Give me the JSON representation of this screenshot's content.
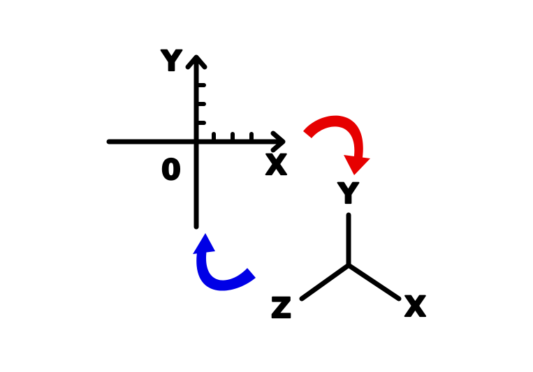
{
  "diagram_2d": {
    "y_label": "Y",
    "x_label": "X",
    "origin_label": "0"
  },
  "diagram_3d": {
    "y_label": "Y",
    "x_label": "X",
    "z_label": "Z"
  },
  "colors": {
    "axes": "#000000",
    "arrow_red": "#e60000",
    "arrow_blue": "#0000e6",
    "background": "#ffffff"
  }
}
